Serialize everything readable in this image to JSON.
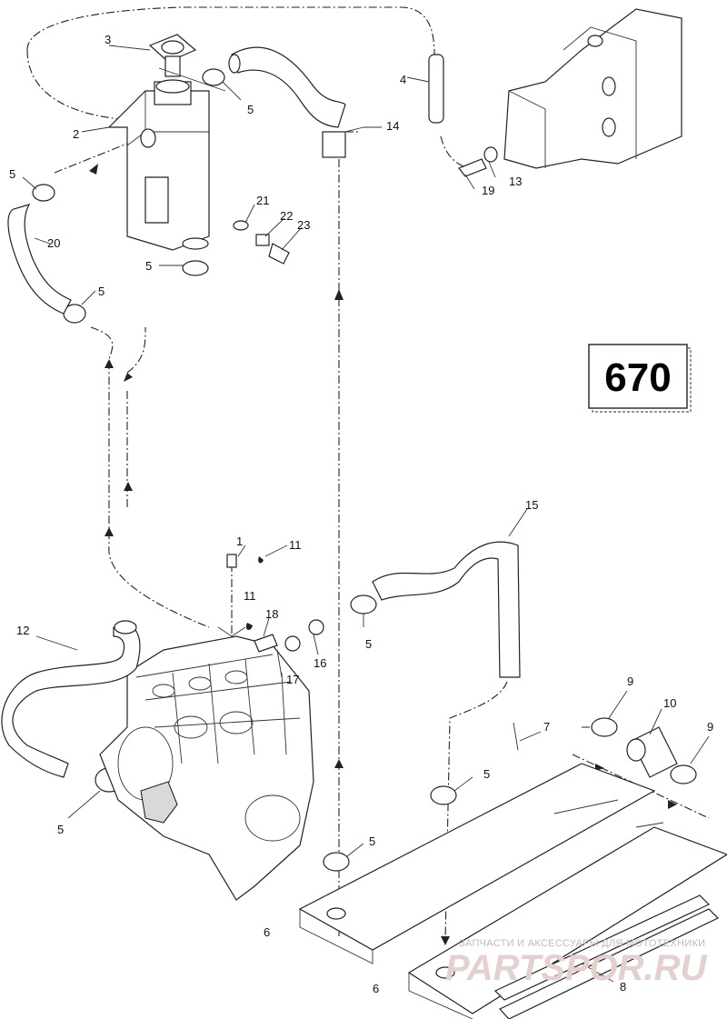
{
  "engine_box": {
    "text": "670"
  },
  "callouts": {
    "c1": "1",
    "c2": "2",
    "c3": "3",
    "c4": "4",
    "c5a": "5",
    "c5b": "5",
    "c5c": "5",
    "c5d": "5",
    "c5e": "5",
    "c5f": "5",
    "c5g": "5",
    "c5h": "5",
    "c6a": "6",
    "c6b": "6",
    "c7": "7",
    "c8": "8",
    "c9a": "9",
    "c9b": "9",
    "c10": "10",
    "c11a": "11",
    "c11b": "11",
    "c12": "12",
    "c13": "13",
    "c14": "14",
    "c15": "15",
    "c16": "16",
    "c17": "17",
    "c18": "18",
    "c19": "19",
    "c20": "20",
    "c21": "21",
    "c22": "22",
    "c23": "23"
  },
  "watermark": {
    "small": "ЗАПЧАСТИ И АКСЕССУАРЫ ДЛЯ МОТОТЕХНИКИ",
    "big": "PARTSPOR.RU"
  },
  "colors": {
    "ink": "#222222",
    "watermark": "#e6cfcf"
  }
}
